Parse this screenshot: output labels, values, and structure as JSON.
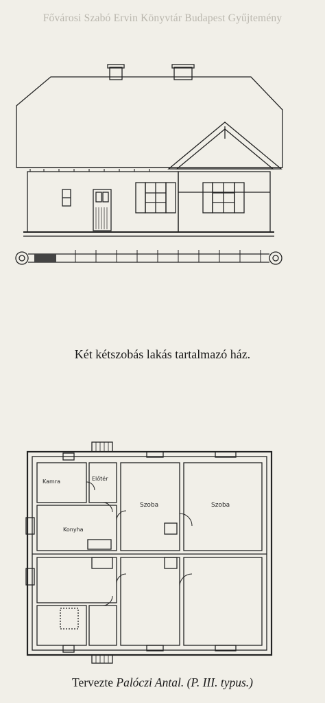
{
  "watermark": "Fővárosi Szabó Ervin Könyvtár Budapest Gyűjtemény",
  "caption": "Két kétszobás lakás tartalmazó ház.",
  "plan_labels": {
    "kamra": "Kamra",
    "eloter": "Előtér",
    "konyha": "Konyha",
    "szoba_left": "Szoba",
    "szoba_right": "Szoba"
  },
  "footer": {
    "prefix": "Tervezte ",
    "author": "Palóczi Antal.",
    "type": " (P. III. typus.)"
  }
}
